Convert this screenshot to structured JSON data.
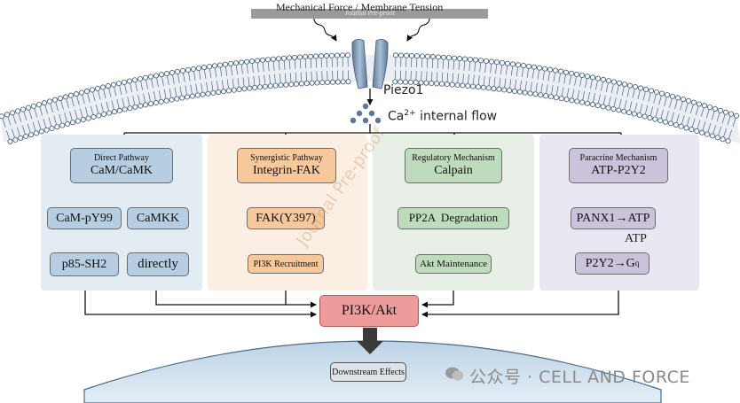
{
  "top": {
    "forces_label": "Mechanical Force  / Membrane Tension",
    "banner": "Journal Pre-proof",
    "channel": "Piezo1",
    "ca_label": "Ca",
    "ca_sup": "2+",
    "ca_rest": " internal flow"
  },
  "panels": {
    "direct": {
      "sub": "Direct Pathway",
      "main": "CaM/CaMK",
      "node1": "CaM-pY99",
      "node2": "CaMKK",
      "node3": "p85-SH2",
      "node4": "directly"
    },
    "synergistic": {
      "sub": "Synergistic Pathway",
      "main": "Integrin-FAK",
      "node1": "FAK(Y397)",
      "node2": "PI3K Recruitment"
    },
    "regulatory": {
      "sub": "Regulatory Mechanism",
      "main": "Calpain",
      "node1": "PP2A  Degradation",
      "node2": "Akt Maintenance"
    },
    "paracrine": {
      "sub": "Paracrine Mechanism",
      "main": "ATP-P2Y2",
      "node1": "PANX1→ATP",
      "atp": "ATP",
      "node2": "P2Y2→G",
      "node2_sub": "q"
    }
  },
  "center": {
    "pi3k": "PI3K/Akt",
    "downstream": "Downstream Effects"
  },
  "watermark": {
    "diag": "Journal Pre-proof",
    "footer": "公众号 · CELL AND FORCE"
  },
  "colors": {
    "direct_panel": "#e3ebf3",
    "direct_box": "#b7cde2",
    "syn_panel": "#fbefe3",
    "syn_box": "#f7c89c",
    "reg_panel": "#e7efe6",
    "reg_box": "#bedbbe",
    "para_panel": "#e9e7f1",
    "para_box": "#cbc3dc",
    "pi3k": "#ee9b9b",
    "membrane": "#8fa8c2",
    "nucleus": "#c9dcea"
  }
}
